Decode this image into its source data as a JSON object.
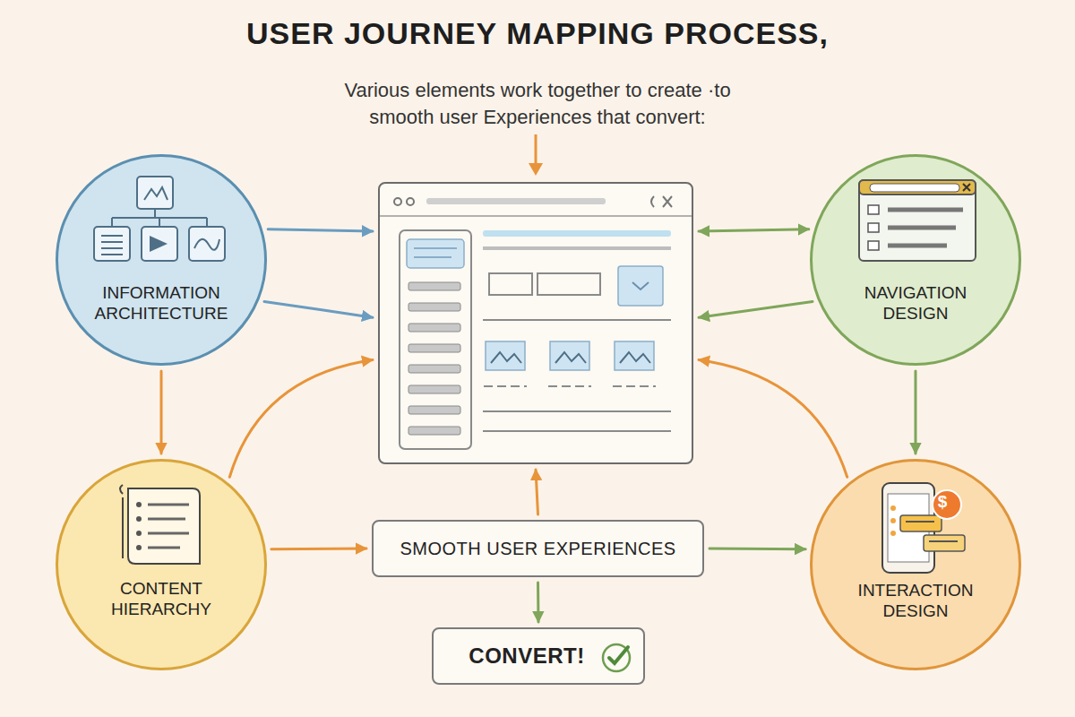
{
  "diagram": {
    "title": "USER JOURNEY MAPPING PROCESS,",
    "caption": "Various elements work together to create ·to smooth user Experiences that convert:",
    "nodes": [
      {
        "text": [
          "INFORMATION ARCHITECTURE"
        ]
      },
      {
        "text": []
      },
      {
        "text": [
          "NAVIGATION DESIGN"
        ]
      },
      {
        "text": [
          "CONTENT HIERARCHY"
        ]
      },
      {
        "text": [
          "SMOOTH USER EXPERIENCES"
        ]
      },
      {
        "text": [
          "INTERACTION DESIGN"
        ]
      },
      {
        "text": [
          "CONVERT!"
        ]
      }
    ],
    "edges": [
      {
        "from": 0,
        "to": 1,
        "arrow": "to"
      },
      {
        "from": 0,
        "to": 1,
        "arrow": "to"
      },
      {
        "from": 2,
        "to": 1,
        "arrow": "both"
      },
      {
        "from": 2,
        "to": 1,
        "arrow": "to"
      },
      {
        "from": 0,
        "to": 3,
        "arrow": "to"
      },
      {
        "from": 3,
        "to": 1,
        "arrow": "to"
      },
      {
        "from": 2,
        "to": 5,
        "arrow": "to"
      },
      {
        "from": 5,
        "to": 1,
        "arrow": "to"
      },
      {
        "from": 3,
        "to": 4,
        "arrow": "to"
      },
      {
        "from": 4,
        "to": 5,
        "arrow": "to"
      },
      {
        "from": 4,
        "to": 1,
        "arrow": "to"
      },
      {
        "from": 4,
        "to": 6,
        "arrow": "to"
      }
    ],
    "labels": [
      "$"
    ]
  }
}
